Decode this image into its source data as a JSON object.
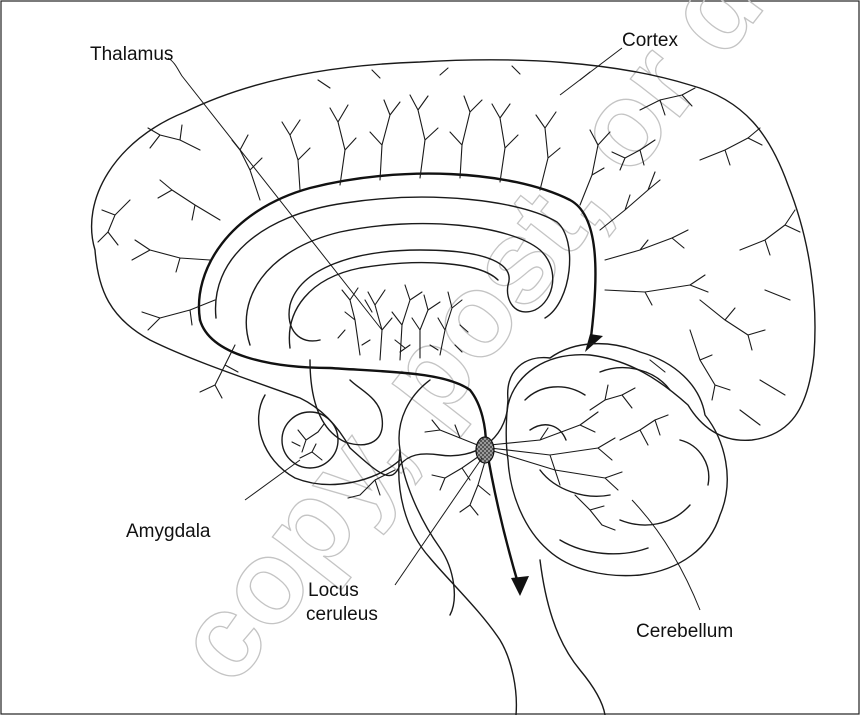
{
  "figure": {
    "labels": {
      "thalamus": "Thalamus",
      "cortex": "Cortex",
      "amygdala": "Amygdala",
      "locus_line1": "Locus",
      "locus_line2": "ceruleus",
      "cerebellum": "Cerebellum"
    },
    "watermark": "copy, post, or distribute",
    "colors": {
      "ink": "#1a1a1a",
      "locus_fill": "#777777",
      "watermark": "#c4c4c4"
    }
  }
}
